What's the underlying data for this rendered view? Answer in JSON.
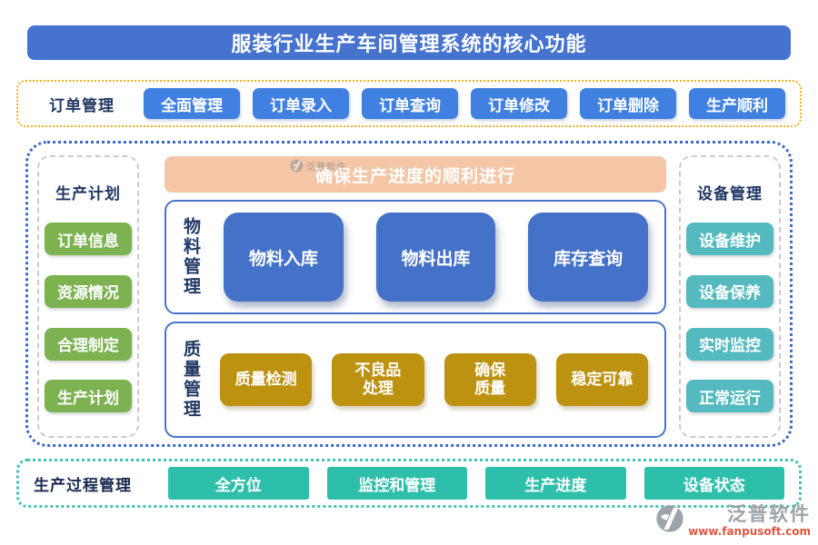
{
  "page": {
    "title": "服装行业生产车间管理系统的核心功能"
  },
  "order_section": {
    "label": "订单管理",
    "buttons": [
      "全面管理",
      "订单录入",
      "订单查询",
      "订单修改",
      "订单删除",
      "生产顺利"
    ]
  },
  "production_plan": {
    "label": "生产计划",
    "buttons": [
      "订单信息",
      "资源情况",
      "合理制定",
      "生产计划"
    ]
  },
  "progress_banner": {
    "text": "确保生产进度的顺利进行"
  },
  "material_section": {
    "label": "物料管理",
    "buttons": [
      "物料入库",
      "物料出库",
      "库存查询"
    ]
  },
  "quality_section": {
    "label": "质量管理",
    "buttons": [
      "质量检测",
      "不良品\n处理",
      "确保\n质量",
      "稳定可靠"
    ]
  },
  "equipment_section": {
    "label": "设备管理",
    "buttons": [
      "设备维护",
      "设备保养",
      "实时监控",
      "正常运行"
    ]
  },
  "process_section": {
    "label": "生产过程管理",
    "buttons": [
      "全方位",
      "监控和管理",
      "生产进度",
      "设备状态"
    ]
  },
  "brand": {
    "name": "泛普软件",
    "url": "www.fanpusoft.com"
  },
  "colors": {
    "title_blue": "#4573CE",
    "button_blue": "#3F80E0",
    "deep_blue": "#4472C8",
    "navy_text": "#203864",
    "green": "#7CB350",
    "gold": "#BD9210",
    "teal": "#55BAC0",
    "process_teal": "#2EBFAB",
    "peach": "#F5C6A5",
    "yellow_border": "#F2B01E",
    "blue_border": "#3A6AC8",
    "teal_border": "#43C3B2",
    "brand_gray": "#9CA3AB",
    "brand_red": "#E25540"
  }
}
